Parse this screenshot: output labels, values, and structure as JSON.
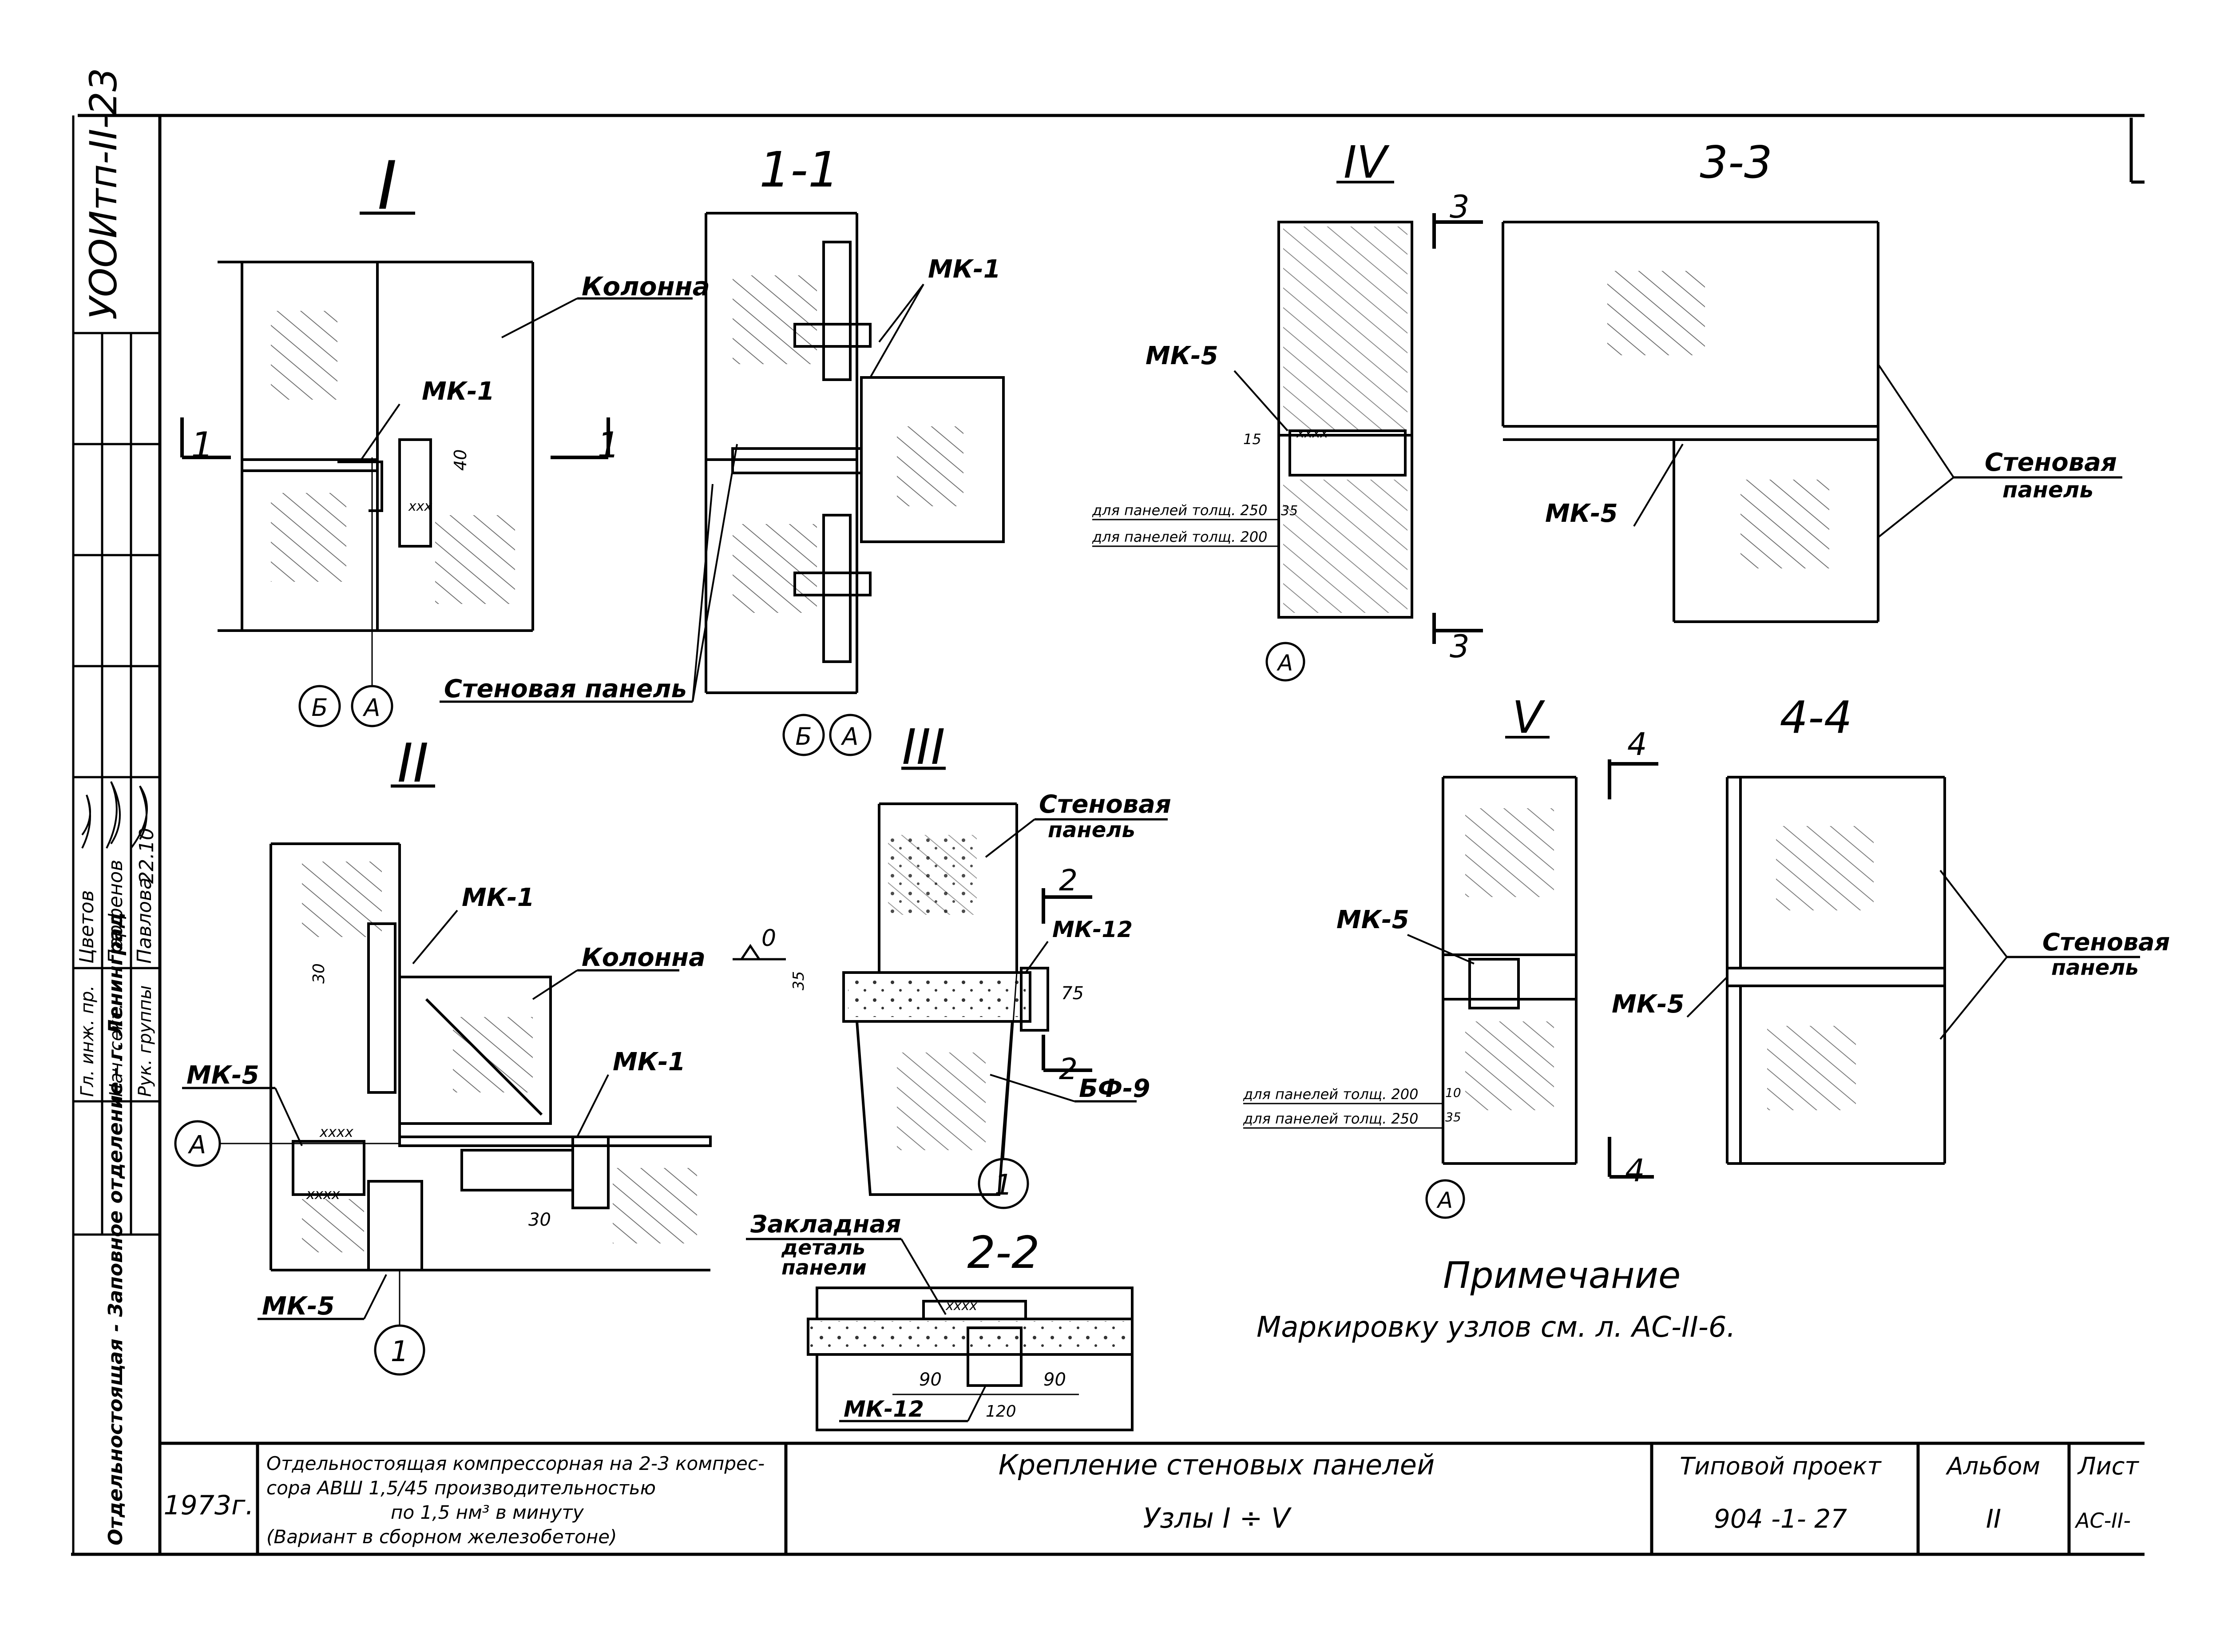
{
  "side_stamp": {
    "code": "УООИтп-II-23",
    "org": "Отдельностоящая - Заповное отделение - г. Ленинград",
    "date": "22.10",
    "roles": [
      "Гл. инж. пр.",
      "Нач. сект.",
      "Рук. группы"
    ],
    "names": [
      "Цветов",
      "Парфенов",
      "Павлова"
    ]
  },
  "nodes": {
    "n1": "I",
    "s11": "1-1",
    "n4": "IV",
    "s33": "3-3",
    "n2": "II",
    "n3": "III",
    "n5": "V",
    "s44": "4-4",
    "s22": "2-2"
  },
  "callouts": {
    "kolonna": "Колонна",
    "mk1": "МК-1",
    "mk5": "МК-5",
    "mk12": "МК-12",
    "bf9": "БФ-9",
    "stenovaya_panel": "Стеновая панель",
    "stenovaya": "Стеновая",
    "panel": "панель",
    "zakladnaya": "Закладная",
    "detal": "деталь",
    "paneli": "панели",
    "thick_250": "для панелей толщ. 250",
    "thick_200": "для панелей толщ. 200"
  },
  "axes": {
    "a": "А",
    "b": "Б",
    "one": "1"
  },
  "section_marks": {
    "m1": "1",
    "m2": "2",
    "m3": "3",
    "m4": "4",
    "zero": "0"
  },
  "dims": {
    "d40": "40",
    "d30": "30",
    "d35": "35",
    "d15": "15",
    "d75": "75",
    "d90": "90",
    "d120": "120",
    "d10": "10"
  },
  "welds": {
    "xxxx": "хххх",
    "xxx": "ххх"
  },
  "note": {
    "title": "Примечание",
    "text": "Маркировку узлов см. л. АС-II-6."
  },
  "title_block": {
    "year": "1973г.",
    "description": [
      "Отдельностоящая компрессорная на 2-3 компрес-",
      "сора АВШ 1,5/45 производительностью",
      "по 1,5 нм³ в минуту",
      "(Вариант в сборном железобетоне)"
    ],
    "sheet_title": "Крепление стеновых панелей",
    "sheet_subtitle": "Узлы I ÷ V",
    "project_label": "Типовой проект",
    "project_number": "904 -1- 27",
    "album_label": "Альбом",
    "album_value": "II",
    "sheet_label": "Лист",
    "sheet_value": "АС-II-"
  }
}
